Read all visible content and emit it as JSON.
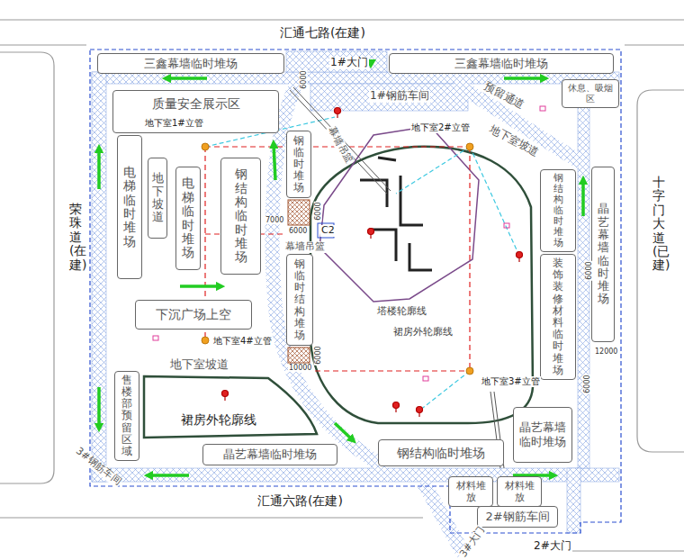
{
  "diagram": {
    "nodes": [
      {
        "text": [
          "三鑫幕墙临时堆场"
        ]
      },
      {
        "text": [
          "三鑫幕墙临时堆场"
        ]
      },
      {
        "text": [
          "休息、吸烟区"
        ]
      },
      {
        "text": [
          "质量安全展示区"
        ]
      },
      {
        "text": [
          "电梯临时堆场"
        ]
      },
      {
        "text": [
          "地下坡道"
        ]
      },
      {
        "text": [
          "电梯临时堆场"
        ]
      },
      {
        "text": [
          "钢结构临时堆场"
        ]
      },
      {
        "text": [
          "钢临时堆场"
        ]
      },
      {
        "text": [
          "钢临时结构堆场"
        ]
      },
      {
        "text": [
          "钢结构临时堆场"
        ]
      },
      {
        "text": [
          "装饰装修材料临时堆场"
        ]
      },
      {
        "text": [
          "晶艺幕墙临时堆场"
        ]
      },
      {
        "text": [
          "下沉广场上空"
        ]
      },
      {
        "text": [
          "售楼部预留区域"
        ]
      },
      {
        "text": [
          "晶艺幕墙临时堆场"
        ]
      },
      {
        "text": [
          "钢结构临时堆场"
        ]
      },
      {
        "text": [
          "晶艺幕墙临时堆场"
        ]
      },
      {
        "text": [
          "材料堆放"
        ]
      },
      {
        "text": [
          "材料堆放"
        ]
      },
      {
        "text": [
          "2#钢筋车间"
        ]
      }
    ],
    "labels": [
      "汇通七路(在建)",
      "1#大门",
      "1#钢筋车间",
      "地下室1#立管",
      "地下室2#立管",
      "预留通道",
      "地下室坡道",
      "幕墙吊篮",
      "6000",
      "7000",
      "6000",
      "6000",
      "C2",
      "幕墙吊篮",
      "6000",
      "10000",
      "塔楼轮廓线",
      "裙房外轮廓线",
      "地下室4#立管",
      "地下室3#立管",
      "地下室坡道",
      "裙房外轮廓线",
      "荣珠道(在建)",
      "十字门大道(已建)",
      "3#钢筋车间",
      "汇通六路(在建)",
      "3#大门",
      "2#大门",
      "6000",
      "12000",
      "6000"
    ]
  }
}
